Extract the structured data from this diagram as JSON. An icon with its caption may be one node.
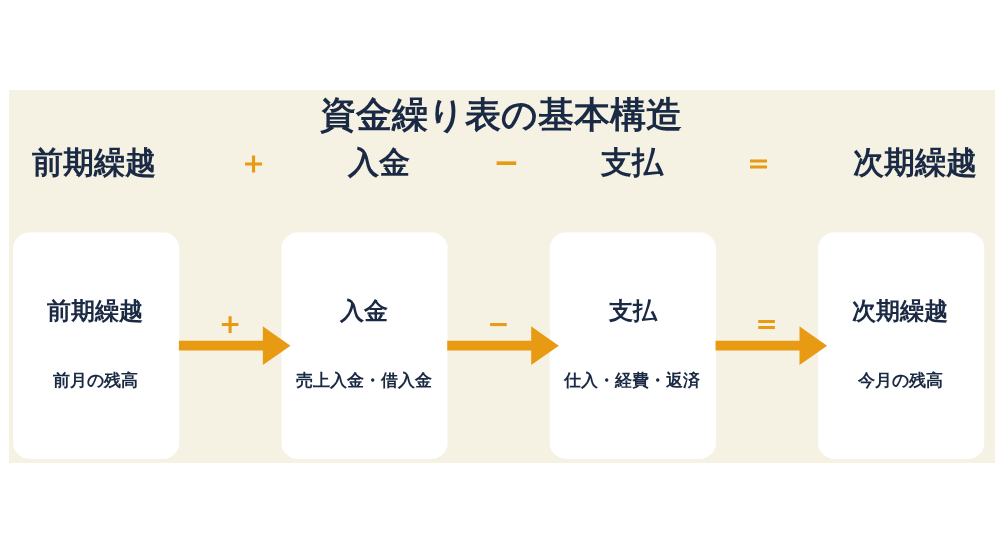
{
  "diagram": {
    "title": "資金繰り表の基本構造",
    "nodes": [
      {
        "text": [
          "前期繰越",
          "前月の残高"
        ]
      },
      {
        "text": [
          "入金",
          "売上入金・借入金"
        ]
      },
      {
        "text": [
          "支払",
          "仕入・経費・返済"
        ]
      },
      {
        "text": [
          "次期繰越",
          "今月の残高"
        ]
      }
    ],
    "edges": [
      {
        "from": 0,
        "to": 1,
        "arrow": "to",
        "label": "+"
      },
      {
        "from": 1,
        "to": 2,
        "arrow": "to",
        "label": "−"
      },
      {
        "from": 2,
        "to": 3,
        "arrow": "to",
        "label": "="
      }
    ],
    "labels": [
      "前期繰越",
      "＋",
      "入金",
      "−",
      "支払",
      "＝",
      "次期繰越"
    ]
  }
}
